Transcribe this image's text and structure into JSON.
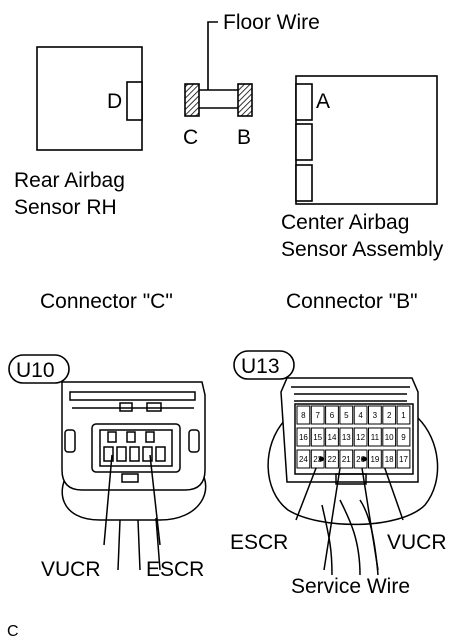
{
  "top": {
    "floor_wire_label": "Floor Wire",
    "rear_sensor": {
      "line1": "Rear Airbag",
      "line2": "Sensor RH",
      "connector_letter": "D"
    },
    "wire_ends": {
      "left": "C",
      "right": "B"
    },
    "center_sensor": {
      "line1": "Center Airbag",
      "line2": "Sensor Assembly",
      "connector_letter": "A"
    }
  },
  "connector_c": {
    "heading": "Connector \"C\"",
    "code": "U10",
    "label_left": "VUCR",
    "label_right": "ESCR"
  },
  "connector_b": {
    "heading": "Connector \"B\"",
    "code": "U13",
    "row1": [
      "8",
      "7",
      "6",
      "5",
      "4",
      "3",
      "2",
      "1"
    ],
    "row2": [
      "16",
      "15",
      "14",
      "13",
      "12",
      "11",
      "10",
      "9"
    ],
    "row3": [
      "24",
      "23",
      "22",
      "21",
      "20",
      "19",
      "18",
      "17"
    ],
    "label_left": "ESCR",
    "label_right": "VUCR",
    "service_wire": "Service Wire"
  },
  "footer_code": "C"
}
